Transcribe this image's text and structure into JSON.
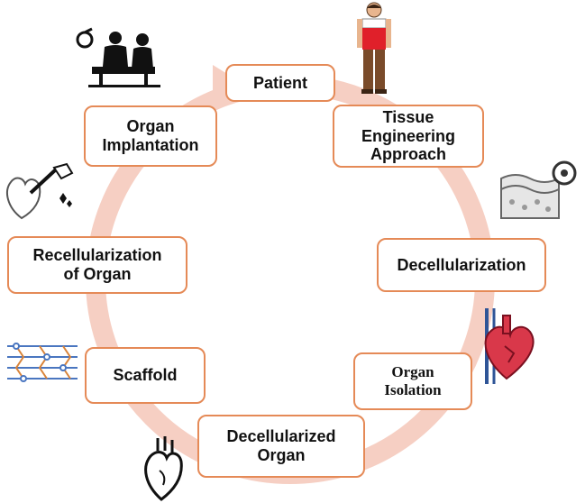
{
  "colors": {
    "ring": "#f6cfc3",
    "box_border": "#e58a57",
    "text": "#111111"
  },
  "cycle": {
    "steps": [
      {
        "id": "patient",
        "label": "Patient"
      },
      {
        "id": "tissue-engineering-approach",
        "label": "Tissue\nEngineering\nApproach"
      },
      {
        "id": "decellularization",
        "label": "Decellularization"
      },
      {
        "id": "organ-isolation",
        "label": "Organ\nIsolation"
      },
      {
        "id": "decellularized-organ",
        "label": "Decellularized\nOrgan"
      },
      {
        "id": "scaffold",
        "label": "Scaffold"
      },
      {
        "id": "recellularization-of-organ",
        "label": "Recellularization\nof Organ"
      },
      {
        "id": "organ-implantation",
        "label": "Organ\nImplantation"
      }
    ]
  },
  "icons": [
    "surgery-team-icon",
    "patient-person-icon",
    "skin-tissue-icon",
    "heart-anatomy-icon",
    "heart-outline-icon",
    "scaffold-network-icon",
    "heart-injection-icon"
  ]
}
